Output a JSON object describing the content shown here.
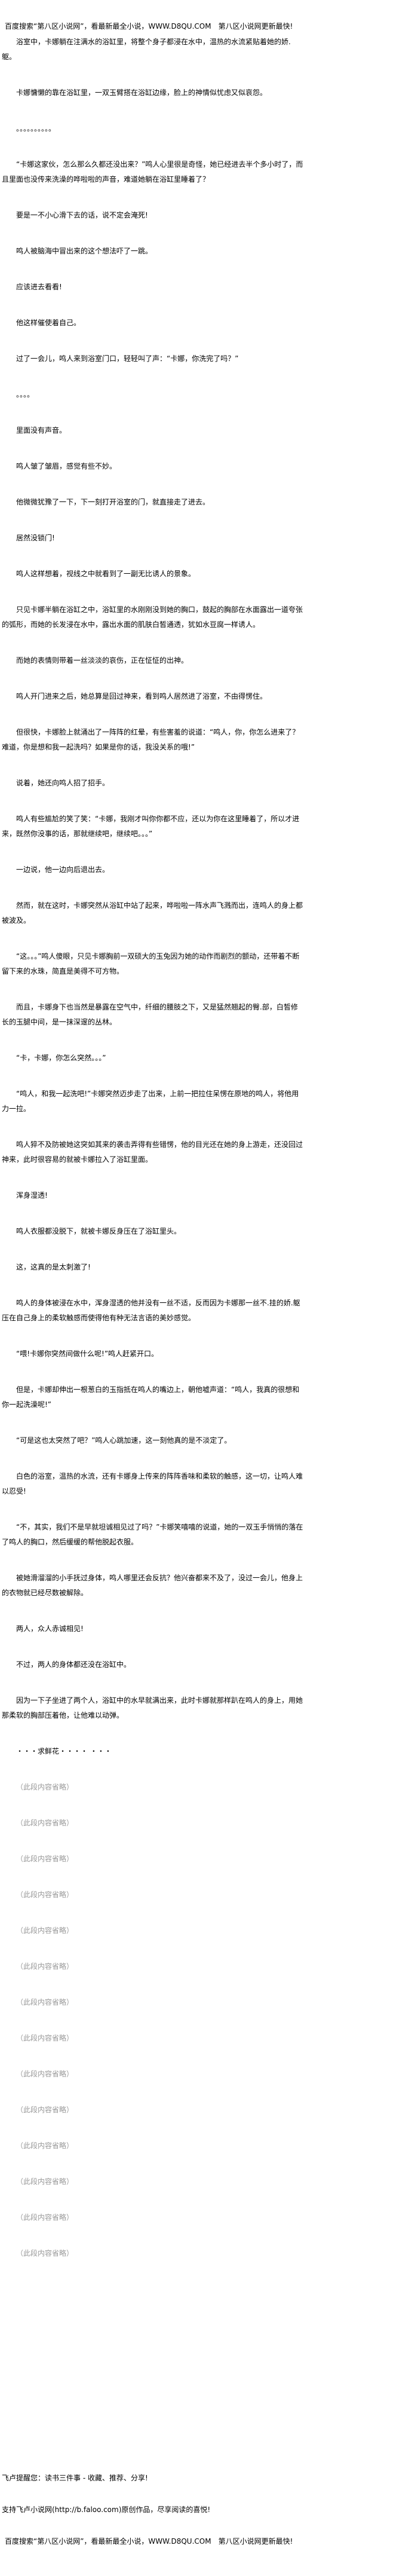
{
  "banner": "百度搜索“第八区小说网”，看最新最全小说，WWW.D8QU.COM　第八区小说网更新最快!",
  "paragraphs": [
    "浴室中，卡娜躺在注满水的浴缸里，将整个身子都浸在水中，温热的水流紧贴着她的娇.躯。",
    "卡娜慵懒的靠在浴缸里，一双玉臂搭在浴缸边缘，脸上的神情似忧虑又似哀怨。",
    "。。。。。。。。。。",
    "“卡娜这家伙，怎么那么久都还没出来？”鸣人心里很是奇怪，她已经进去半个多小时了，而且里面也没传来洗澡的哗啦啦的声音，难道她躺在浴缸里睡着了？",
    "要是一不小心滑下去的话，说不定会淹死!",
    "鸣人被脑海中冒出来的这个想法吓了一跳。",
    "应该进去看看!",
    "他这样催使着自己。",
    "过了一会儿，鸣人来到浴室门口，轻轻叫了声：“卡娜，你洗完了吗？”",
    "。。。。",
    "里面没有声音。",
    "鸣人皱了皱眉，感觉有些不妙。",
    "他微微犹豫了一下，下一刻打开浴室的门，就直接走了进去。",
    "居然没锁门!",
    "鸣人这样想着，视线之中就看到了一副无比诱人的景象。",
    "只见卡娜半躺在浴缸之中，浴缸里的水刚刚没到她的胸口，鼓起的胸部在水面露出一道夸张的弧形，而她的长发浸在水中，露出水面的肌肤白皙通透，犹如水豆腐一样诱人。",
    "而她的表情则带着一丝淡淡的哀伤，正在怔怔的出神。",
    "鸣人开门进来之后，她总算是回过神来，看到鸣人居然进了浴室，不由得愣住。",
    "但很快，卡娜脸上就涌出了一阵阵的红晕，有些害羞的说道：“鸣人，你，你怎么进来了？难道，你是想和我一起洗吗？如果是你的话，我没关系的哦!”",
    "说着，她还向鸣人招了招手。",
    "鸣人有些尴尬的笑了笑：“卡娜，我刚才叫你你都不应，还以为你在这里睡着了，所以才进来，既然你没事的话，那就继续吧，继续吧。。。”",
    "一边说，他一边向后退出去。",
    "然而，就在这时，卡娜突然从浴缸中站了起来，哗啦啦一阵水声飞溅而出，连鸣人的身上都被波及。",
    "“这。。。”鸣人傻眼，只见卡娜胸前一双硕大的玉兔因为她的动作而剧烈的颤动，还带着不断留下来的水珠，简直是美得不可方物。",
    "而且，卡娜身下也当然是暴露在空气中，纤细的腰肢之下，又是猛然翘起的臀.部，白皙修长的玉腿中间，是一抹深邃的丛林。",
    "“卡，卡娜，你怎么突然。。。”",
    "“鸣人，和我一起洗吧!”卡娜突然迈步走了出来，上前一把拉住呆愣在原地的鸣人，将他用力一拉。",
    "鸣人猝不及防被她这突如其来的袭击弄得有些错愣，他的目光还在她的身上游走，还没回过神来，此时很容易的就被卡娜拉入了浴缸里面。",
    "浑身湿透!",
    "鸣人衣服都没脱下，就被卡娜反身压在了浴缸里头。",
    "这，这真的是太刺激了!",
    "鸣人的身体被浸在水中，浑身湿透的他并没有一丝不适，反而因为卡娜那一丝不.挂的娇.躯压在自己身上的柔软触感而使得他有种无法言语的美妙感觉。",
    "“喂!卡娜你突然间做什么呢!”鸣人赶紧开口。",
    "但是，卡娜却伸出一根葱白的玉指抵在鸣人的嘴边上，朝他嘘声道：“鸣人，我真的很想和你一起洗澡呢!”",
    "“可是这也太突然了吧？”鸣人心跳加速，这一刻他真的是不淡定了。",
    "白色的浴室，温热的水流，还有卡娜身上传来的阵阵香味和柔软的触感，这一切，让鸣人难以忍受!",
    "“不，其实，我们不是早就坦诚相见过了吗？”卡娜笑嘻嘻的说道，她的一双玉手悄悄的落在了鸣人的胸口，然后缓缓的帮他脱起衣服。",
    "被她滑溜溜的小手抚过身体，鸣人哪里还会反抗？他兴奋都来不及了，没过一会儿，他身上的衣物就已经尽数被解除。",
    "两人，众人赤诚相见!",
    "不过，两人的身体都还没在浴缸中。",
    "因为一下子坐进了两个人，浴缸中的水早就满出来，此时卡娜就那样趴在鸣人的身上，用她那柔软的胸部压着他，让他难以动弹。",
    "・・・求鲜花・・・・ ・・・"
  ],
  "omitted_note": "（此段内容省略）",
  "footer": {
    "reminder": "飞卢提醒您：读书三件事 - 收藏、推荐、分享!",
    "support": "支持飞卢小说网(http://b.faloo.com)原创作品，尽享阅读的喜悦!",
    "banner": "百度搜索“第八区小说网”，看最新最全小说，WWW.D8QU.COM　第八区小说网更新最快!"
  }
}
